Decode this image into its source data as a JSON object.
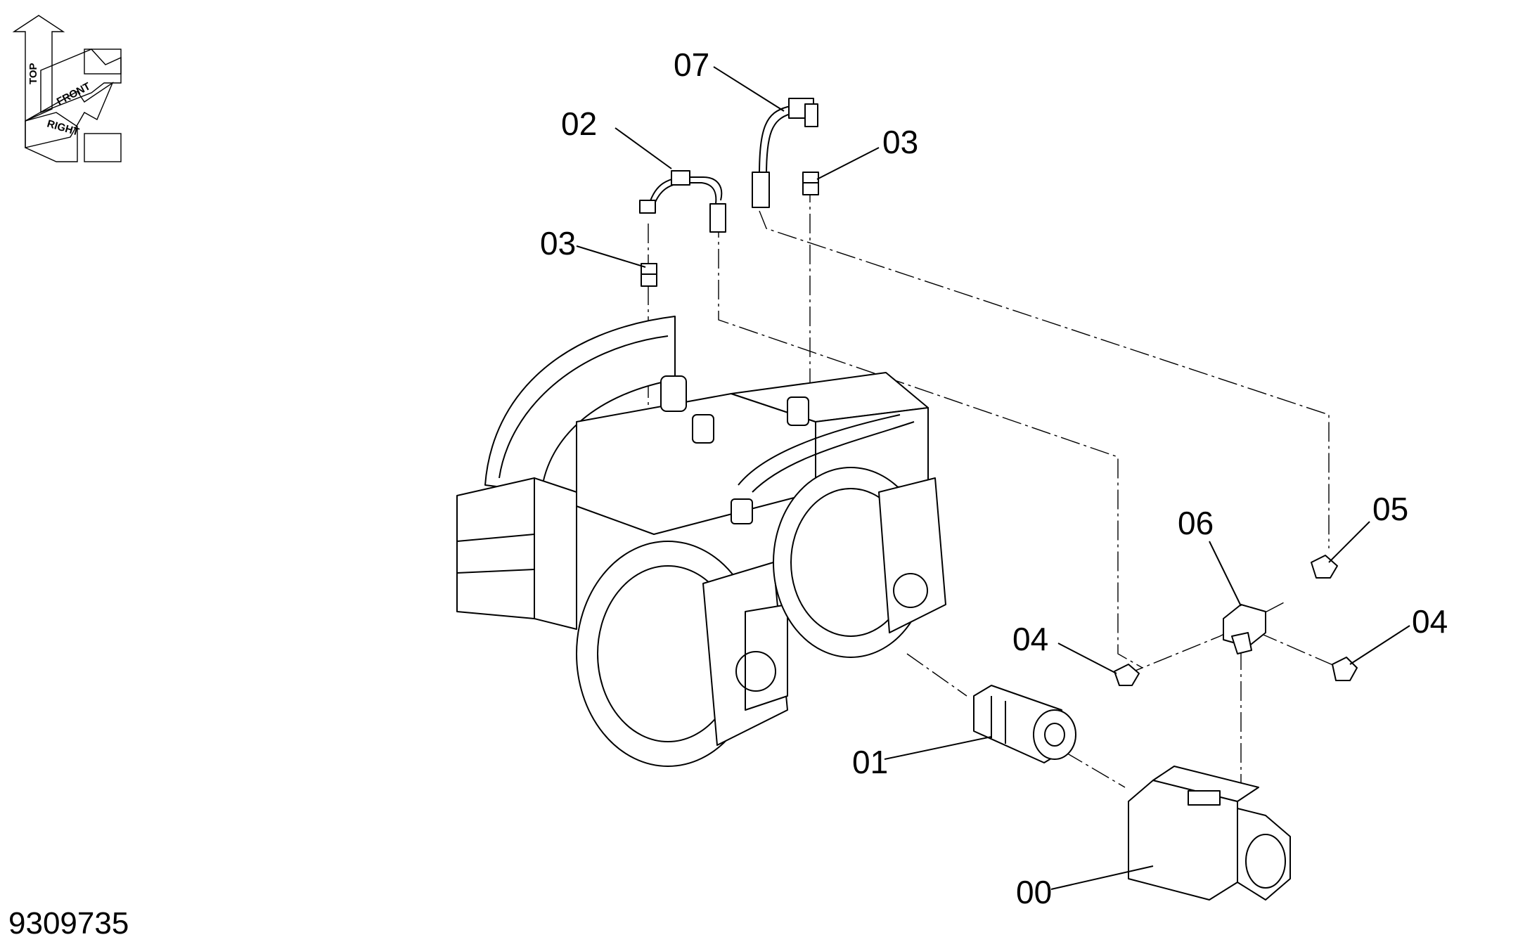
{
  "diagram": {
    "drawing_number": "9309735",
    "orientation": {
      "top": "TOP",
      "front": "FRONT",
      "right": "RIGHT"
    },
    "callouts": [
      {
        "id": "00",
        "label": "00"
      },
      {
        "id": "01",
        "label": "01"
      },
      {
        "id": "02",
        "label": "02"
      },
      {
        "id": "03a",
        "label": "03"
      },
      {
        "id": "03b",
        "label": "03"
      },
      {
        "id": "04a",
        "label": "04"
      },
      {
        "id": "04b",
        "label": "04"
      },
      {
        "id": "05",
        "label": "05"
      },
      {
        "id": "06",
        "label": "06"
      },
      {
        "id": "07",
        "label": "07"
      }
    ]
  }
}
